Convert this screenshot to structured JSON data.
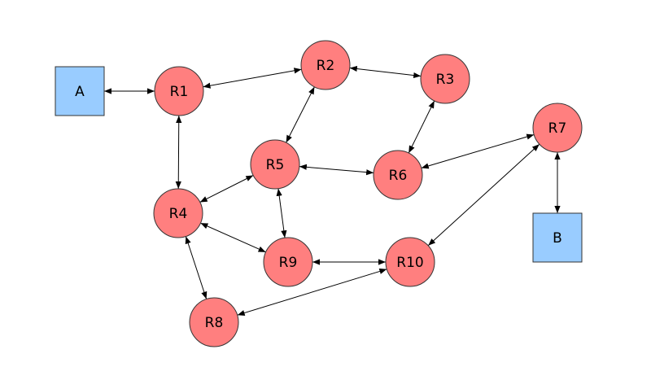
{
  "colors": {
    "router_fill": "#ff7f7f",
    "host_fill": "#99ccff",
    "stroke": "#333333",
    "edge": "#000000"
  },
  "nodes": [
    {
      "id": "A",
      "label": "A",
      "kind": "host"
    },
    {
      "id": "B",
      "label": "B",
      "kind": "host"
    },
    {
      "id": "R1",
      "label": "R1",
      "kind": "router"
    },
    {
      "id": "R2",
      "label": "R2",
      "kind": "router"
    },
    {
      "id": "R3",
      "label": "R3",
      "kind": "router"
    },
    {
      "id": "R4",
      "label": "R4",
      "kind": "router"
    },
    {
      "id": "R5",
      "label": "R5",
      "kind": "router"
    },
    {
      "id": "R6",
      "label": "R6",
      "kind": "router"
    },
    {
      "id": "R7",
      "label": "R7",
      "kind": "router"
    },
    {
      "id": "R8",
      "label": "R8",
      "kind": "router"
    },
    {
      "id": "R9",
      "label": "R9",
      "kind": "router"
    },
    {
      "id": "R10",
      "label": "R10",
      "kind": "router"
    }
  ],
  "edges": [
    [
      "A",
      "R1"
    ],
    [
      "R1",
      "R2"
    ],
    [
      "R2",
      "R3"
    ],
    [
      "R1",
      "R4"
    ],
    [
      "R2",
      "R5"
    ],
    [
      "R3",
      "R6"
    ],
    [
      "R5",
      "R6"
    ],
    [
      "R6",
      "R7"
    ],
    [
      "R7",
      "B"
    ],
    [
      "R4",
      "R5"
    ],
    [
      "R4",
      "R9"
    ],
    [
      "R5",
      "R9"
    ],
    [
      "R9",
      "R10"
    ],
    [
      "R4",
      "R8"
    ],
    [
      "R8",
      "R10"
    ],
    [
      "R10",
      "R7"
    ]
  ]
}
